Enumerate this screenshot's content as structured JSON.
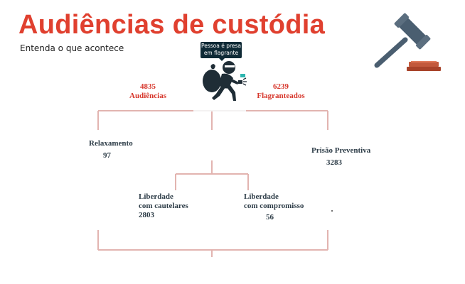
{
  "header": {
    "title": "Audiências de custódia",
    "subtitle": "Entenda o que acontece"
  },
  "center_tooltip": {
    "line1": "Pessoa é presa",
    "line2": "em flagrante"
  },
  "stats": {
    "audiencias": {
      "value": "4835",
      "label": "Audiências"
    },
    "flagranteados": {
      "value": "6239",
      "label": "Flagranteados"
    }
  },
  "outcomes": {
    "relaxamento": {
      "label": "Relaxamento",
      "value": "97"
    },
    "prisao_preventiva": {
      "label": "Prisão Preventiva",
      "value": "3283"
    },
    "liberdade_cautelares": {
      "line1": "Liberdade",
      "line2": "com cautelares",
      "value": "2803"
    },
    "liberdade_compromisso": {
      "line1": "Liberdade",
      "line2": "com compromisso",
      "value": "56"
    }
  },
  "icons": {
    "gavel": "gavel-icon",
    "thief": "thief-running-icon"
  },
  "colors": {
    "title": "#e0402f",
    "accent_red": "#d7372c",
    "connector": "#e2b4b0",
    "node_text": "#2e3d48",
    "tooltip_bg": "#0f2a36",
    "gavel_head": "#4a5e70",
    "gavel_base": "#c2593c"
  }
}
